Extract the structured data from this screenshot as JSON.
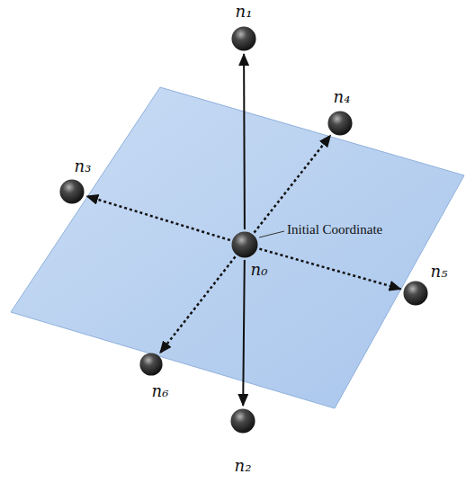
{
  "diagram": {
    "nodes": [
      {
        "text": [
          "n₁"
        ]
      },
      {
        "text": [
          "n₄"
        ]
      },
      {
        "text": [
          "n₃"
        ]
      },
      {
        "text": [
          "n₀"
        ]
      },
      {
        "text": [
          "n₅"
        ]
      },
      {
        "text": [
          "n₆"
        ]
      },
      {
        "text": [
          "n₂"
        ]
      }
    ],
    "edges": [
      {
        "from": 3,
        "to": 0,
        "arrow": "to"
      },
      {
        "from": 3,
        "to": 1,
        "arrow": "to"
      },
      {
        "from": 3,
        "to": 2,
        "arrow": "to"
      },
      {
        "from": 3,
        "to": 4,
        "arrow": "to"
      },
      {
        "from": 3,
        "to": 5,
        "arrow": "to"
      },
      {
        "from": 3,
        "to": 6,
        "arrow": "to"
      }
    ],
    "labels": [
      "Initial Coordinate"
    ]
  }
}
